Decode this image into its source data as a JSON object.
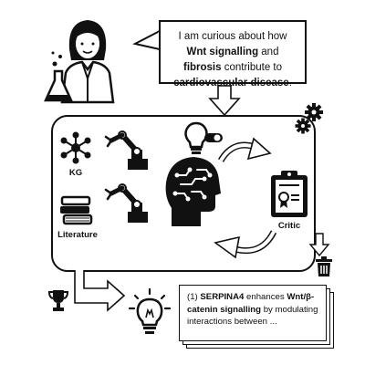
{
  "speech": {
    "line1": "I am curious about how",
    "line2_bold": "Wnt signalling",
    "line2_rest": " and",
    "line3_bold": "fibrosis",
    "line3_rest": " contribute to",
    "line4_bold": "cardiovascular disease",
    "line4_rest": "."
  },
  "labels": {
    "kg": "KG",
    "literature": "Literature",
    "critic": "Critic"
  },
  "output": {
    "prefix": "(1) ",
    "bold1": "SERPINA4",
    "text1": " enhances ",
    "bold2": "Wnt/β-catenin signalling",
    "text2": " by modulating interactions between ..."
  },
  "icons": {
    "scientist": "scientist-icon",
    "gears": "gears-icon",
    "lightbulb_small": "lightbulb-toggle-icon",
    "kg": "knowledge-graph-icon",
    "robot_arm": "robot-arm-icon",
    "books": "books-icon",
    "brain": "brain-head-icon",
    "critic": "clipboard-certificate-icon",
    "cycle": "cycle-arrows-icon",
    "trash": "trash-icon",
    "trophy": "trophy-icon",
    "lightbulb_large": "lightbulb-idea-icon"
  }
}
